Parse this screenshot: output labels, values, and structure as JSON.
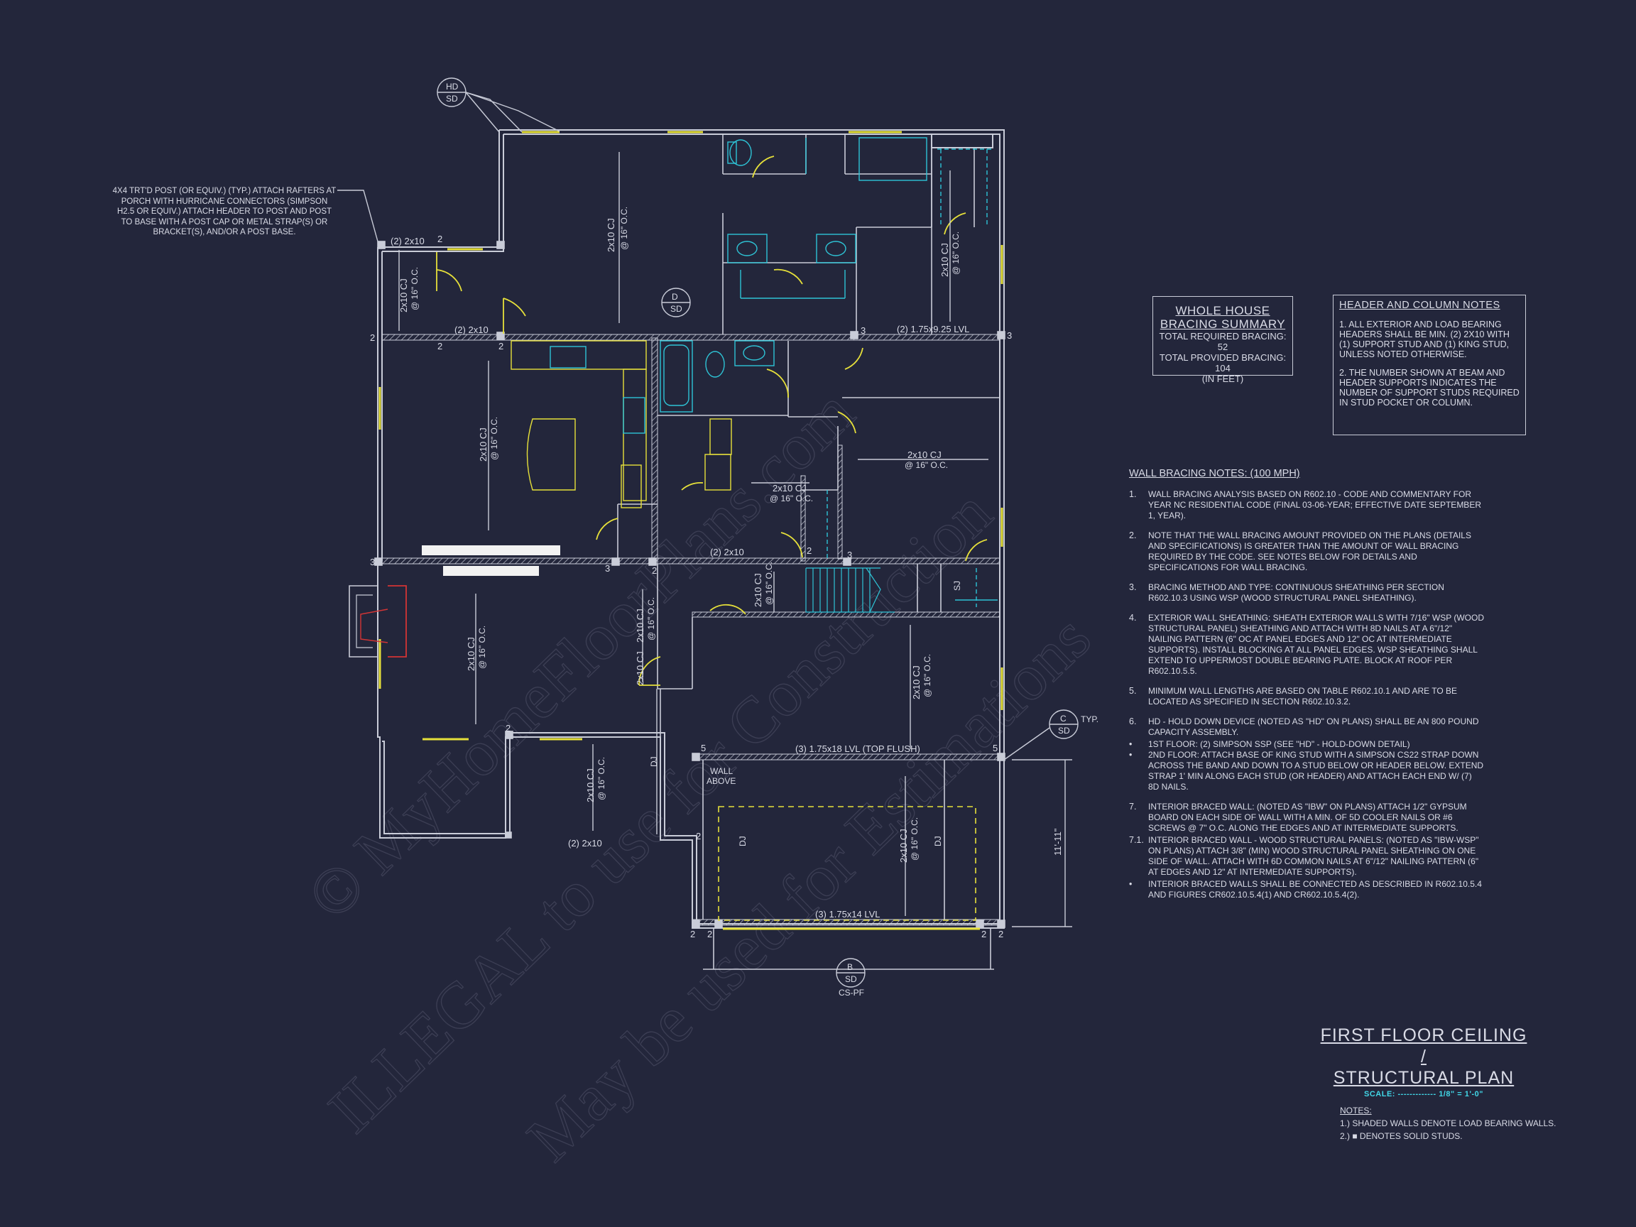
{
  "watermark": {
    "line1": "© MyHomeFloorPlans.com",
    "line2": "ILLEGAL to use for Construction",
    "line3": "May be used for Estimations"
  },
  "porch_note": "4x4 TRT'D POST (OR EQUIV.) (TYP.) ATTACH RAFTERS AT PORCH WITH HURRICANE CONNECTORS (SIMPSON H2.5 OR EQUIV.) ATTACH HEADER TO POST AND POST TO BASE WITH A POST CAP OR METAL STRAP(S) OR BRACKET(S), AND/OR A POST BASE.",
  "plan_labels": {
    "hd": "HD",
    "sd": "SD",
    "d": "D",
    "b": "B",
    "c": "C",
    "typ": "TYP.",
    "cs_pf": "CS-PF",
    "cj_2x10": "2x10 CJ",
    "cj_spacing": "@ 16\" O.C.",
    "hdr_2x10": "(2) 2x10",
    "lvl_9_25": "(2) 1.75x9.25 LVL",
    "lvl_18": "(3) 1.75x18 LVL (TOP FLUSH)",
    "lvl_14": "(3) 1.75x14 LVL",
    "wall_above_1": "WALL",
    "wall_above_2": "ABOVE",
    "dj": "DJ",
    "sj": "SJ",
    "dim": "11'-11\"",
    "n2": "2",
    "n3": "3",
    "n5": "5"
  },
  "whole_house": {
    "title1": "WHOLE HOUSE",
    "title2": "BRACING SUMMARY",
    "required": "TOTAL REQUIRED BRACING: 52",
    "provided": "TOTAL PROVIDED BRACING: 104",
    "unit": "(IN FEET)"
  },
  "header_notes": {
    "title": "HEADER AND COLUMN NOTES",
    "note1": "1. ALL EXTERIOR AND LOAD BEARING HEADERS SHALL BE MIN. (2) 2x10 WITH (1) SUPPORT STUD AND (1) KING STUD, UNLESS NOTED OTHERWISE.",
    "note2": "2. THE NUMBER SHOWN AT BEAM AND HEADER SUPPORTS INDICATES THE NUMBER OF SUPPORT STUDS REQUIRED IN STUD POCKET OR COLUMN."
  },
  "wall_bracing": {
    "title": "WALL BRACING NOTES: (100 MPH)",
    "notes": [
      {
        "num": "1.",
        "text": "WALL BRACING ANALYSIS BASED ON R602.10 - CODE AND COMMENTARY FOR YEAR NC RESIDENTIAL CODE (FINAL 03-06-YEAR; EFFECTIVE DATE SEPTEMBER 1, YEAR)."
      },
      {
        "num": "2.",
        "text": "NOTE THAT THE WALL BRACING AMOUNT PROVIDED ON THE PLANS (DETAILS AND SPECIFICATIONS) IS GREATER THAN THE AMOUNT OF WALL BRACING REQUIRED BY THE CODE. SEE NOTES BELOW FOR DETAILS AND SPECIFICATIONS FOR WALL BRACING."
      },
      {
        "num": "3.",
        "text": "BRACING METHOD AND TYPE: CONTINUOUS SHEATHING PER SECTION R602.10.3 USING WSP (WOOD STRUCTURAL PANEL SHEATHING)."
      },
      {
        "num": "4.",
        "text": "EXTERIOR WALL SHEATHING: SHEATH EXTERIOR WALLS WITH 7/16\" WSP (WOOD STRUCTURAL PANEL) SHEATHING AND ATTACH WITH 8d NAILS AT A 6\"/12\" NAILING PATTERN (6\" OC AT PANEL EDGES AND 12\" OC AT INTERMEDIATE SUPPORTS). INSTALL BLOCKING AT ALL PANEL EDGES. WSP SHEATHING SHALL EXTEND TO UPPERMOST DOUBLE BEARING PLATE. BLOCK AT ROOF PER R602.10.5.5."
      },
      {
        "num": "5.",
        "text": "MINIMUM WALL LENGTHS ARE BASED ON TABLE R602.10.1 AND ARE TO BE LOCATED AS SPECIFIED IN SECTION R602.10.3.2."
      },
      {
        "num": "6.",
        "text": "HD - HOLD DOWN DEVICE (NOTED AS \"HD\" ON PLANS) SHALL BE AN 800 POUND CAPACITY ASSEMBLY."
      },
      {
        "num": "•",
        "text": "1ST FLOOR: (2) SIMPSON SSP (SEE \"HD\" - HOLD-DOWN DETAIL)"
      },
      {
        "num": "•",
        "text": "2ND FLOOR: ATTACH BASE OF KING STUD WITH A SIMPSON CS22 STRAP DOWN ACROSS THE BAND AND DOWN TO A STUD BELOW OR HEADER BELOW. EXTEND STRAP 1' MIN ALONG EACH STUD (OR HEADER) AND ATTACH EACH END W/ (7) 8d NAILS."
      },
      {
        "num": "7.",
        "text": "INTERIOR BRACED WALL: (NOTED AS \"IBW\" ON PLANS) ATTACH 1/2\" GYPSUM BOARD ON EACH SIDE OF WALL WITH A MIN. OF 5d COOLER NAILS OR #6 SCREWS @ 7\" O.C. ALONG THE EDGES AND AT INTERMEDIATE SUPPORTS."
      },
      {
        "num": "7.1.",
        "text": "INTERIOR BRACED WALL - WOOD STRUCTURAL PANELS: (NOTED AS \"IBW-WSP\" ON PLANS) ATTACH 3/8\" (MIN) WOOD STRUCTURAL PANEL SHEATHING ON ONE SIDE OF WALL. ATTACH WITH 6d COMMON NAILS AT 6\"/12\" NAILING PATTERN (6\" AT EDGES AND 12\" AT INTERMEDIATE SUPPORTS)."
      },
      {
        "num": "•",
        "text": "INTERIOR BRACED WALLS SHALL BE CONNECTED AS DESCRIBED IN R602.10.5.4 AND FIGURES CR602.10.5.4(1) AND CR602.10.5.4(2)."
      }
    ]
  },
  "title_block": {
    "line1": "FIRST FLOOR CEILING /",
    "line2": "STRUCTURAL PLAN",
    "scale": "SCALE: ------------- 1/8\" = 1'-0\""
  },
  "notes": {
    "title": "NOTES:",
    "note1": "1.) SHADED WALLS DENOTE LOAD BEARING WALLS.",
    "note2": "2.) ■ DENOTES SOLID STUDS."
  },
  "colors": {
    "background": "#23263b",
    "walls": "#c9ccd8",
    "windows": "#e6e03a",
    "fixtures": "#2ec4d6",
    "fireplace": "#d33535"
  }
}
